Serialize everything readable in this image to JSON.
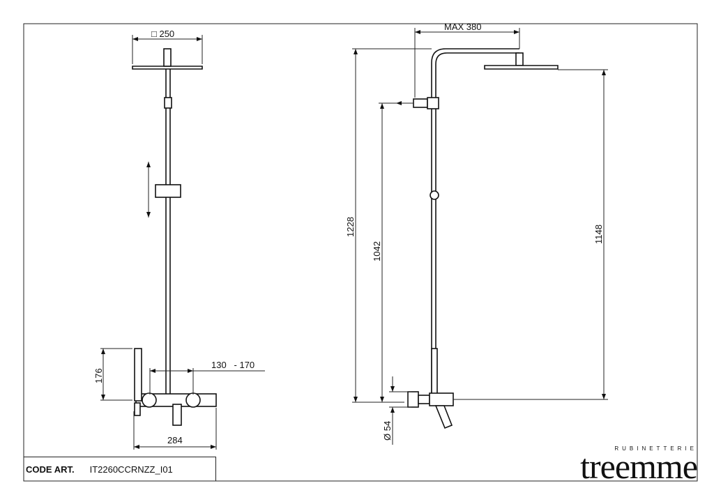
{
  "dimensions": {
    "head_size": "□ 250",
    "handshower_height": "176",
    "centers": "130   - 170",
    "mixer_width": "284",
    "max_arm": "MAX 380",
    "total_height": "1228",
    "outlet_height": "1042",
    "head_height": "1148",
    "pipe_diameter": "Ø 54"
  },
  "title_block": {
    "code_label": "CODE ART.",
    "code_value": "IT2260CCRNZZ_I01"
  },
  "logo": {
    "subtitle": "RUBINETTERIE",
    "name": "treemme"
  }
}
